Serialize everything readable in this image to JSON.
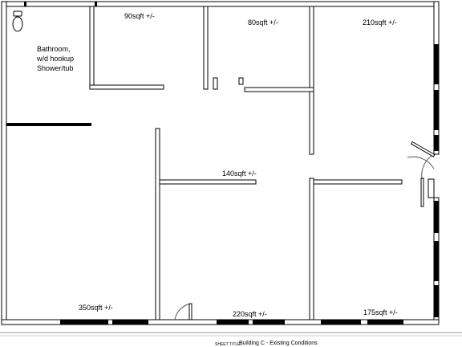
{
  "rooms": {
    "bathroom": {
      "line1": "Bathroom,",
      "line2": "w/d hookup",
      "line3": "Shower/tub"
    },
    "room_90": "90sqft +/-",
    "room_80": "80sqft +/-",
    "room_210": "210sqft +/-",
    "room_140": "140sqft +/-",
    "room_350": "350sqft +/-",
    "room_220": "220sqft +/-",
    "room_175": "175sqft +/-"
  },
  "title_block": {
    "sheet_title_label": "SHEET TITLE:",
    "sheet_title": "Building C - Existing Conditions"
  },
  "colors": {
    "wall": "#000000",
    "background": "#ffffff"
  }
}
